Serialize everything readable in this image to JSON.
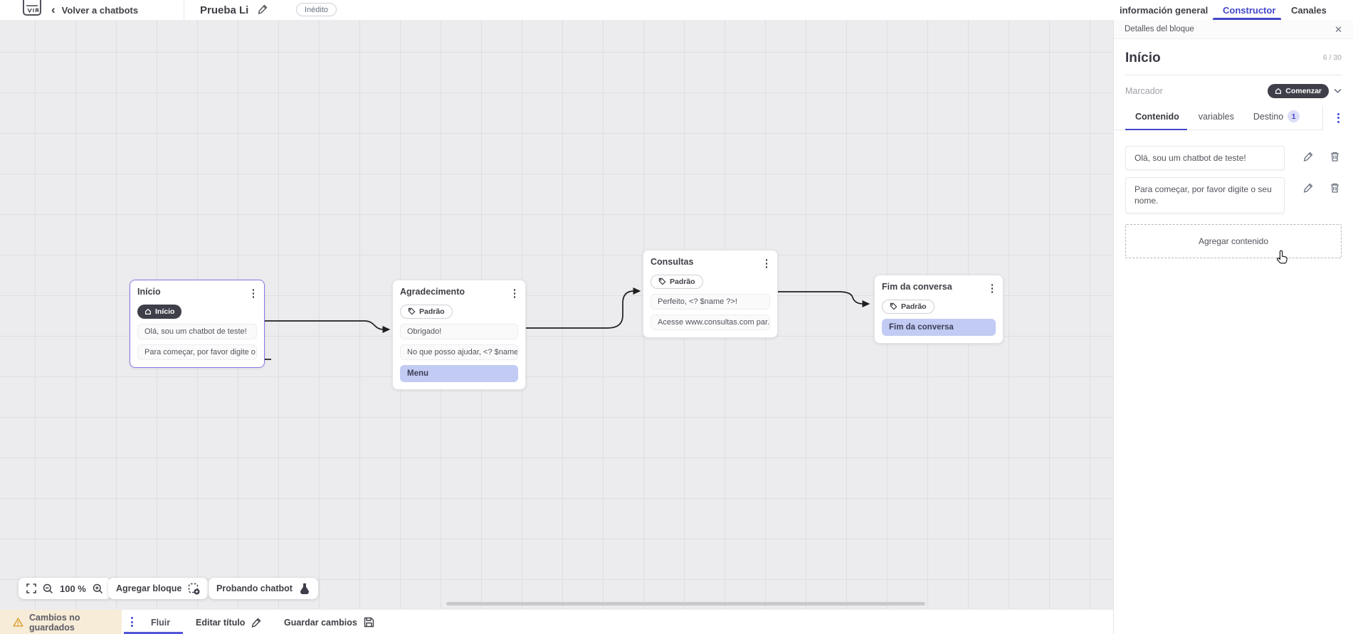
{
  "header": {
    "back_label": "Volver a chatbots",
    "title": "Prueba Li",
    "status_badge": "Inédito",
    "tabs": [
      {
        "label": "información general",
        "active": false
      },
      {
        "label": "Constructor",
        "active": true
      },
      {
        "label": "Canales",
        "active": false
      }
    ]
  },
  "panel": {
    "header_title": "Detalles del bloque",
    "block_title": "Início",
    "char_counter": "6 / 30",
    "marker_label": "Marcador",
    "marker_value": "Comenzar",
    "tabs": [
      {
        "label": "Contenido",
        "active": true
      },
      {
        "label": "variables",
        "active": false
      },
      {
        "label": "Destino",
        "badge": "1",
        "active": false
      }
    ],
    "contents": [
      "Olá, sou um chatbot de teste!",
      "Para começar, por favor digite o seu nome."
    ],
    "add_content_label": "Agregar contenido"
  },
  "canvas": {
    "nodes": [
      {
        "title": "Início",
        "pill": "Início",
        "pill_type": "start",
        "selected": true,
        "rows": [
          {
            "text": "Olá, sou um chatbot de teste!",
            "type": "text"
          },
          {
            "text": "Para começar, por favor digite o ...",
            "type": "text"
          }
        ]
      },
      {
        "title": "Agradecimento",
        "pill": "Padrão",
        "pill_type": "default",
        "selected": false,
        "rows": [
          {
            "text": "Obrigado!",
            "type": "text"
          },
          {
            "text": "No que posso ajudar, <? $name ...",
            "type": "text"
          },
          {
            "text": "Menu",
            "type": "highlight"
          }
        ]
      },
      {
        "title": "Consultas",
        "pill": "Padrão",
        "pill_type": "default",
        "selected": false,
        "rows": [
          {
            "text": "Perfeito, <? $name ?>!",
            "type": "text"
          },
          {
            "text": "Acesse www.consultas.com par...",
            "type": "text"
          }
        ]
      },
      {
        "title": "Fim da conversa",
        "pill": "Padrão",
        "pill_type": "default",
        "selected": false,
        "rows": [
          {
            "text": "Fim da conversa",
            "type": "highlight"
          }
        ]
      }
    ]
  },
  "toolbar": {
    "zoom_level": "100 %",
    "add_block_label": "Agregar bloque",
    "test_label": "Probando chatbot"
  },
  "footer": {
    "unsaved_label": "Cambios no guardados",
    "flow_tab": "Fluir",
    "edit_title_label": "Editar título",
    "save_label": "Guardar cambios"
  },
  "icons": {
    "back_chevron": "‹",
    "close": "✕"
  },
  "colors": {
    "accent_blue": "#4347c9",
    "selected_node_border": "#8678e9",
    "highlight_row": "#c2cbf3",
    "dark_pill": "#3f3f4a",
    "warning_bg": "#f7ecd7",
    "warning_icon": "#dd9f2f",
    "canvas_bg": "#ececee",
    "wire": "#1f1f1f"
  }
}
